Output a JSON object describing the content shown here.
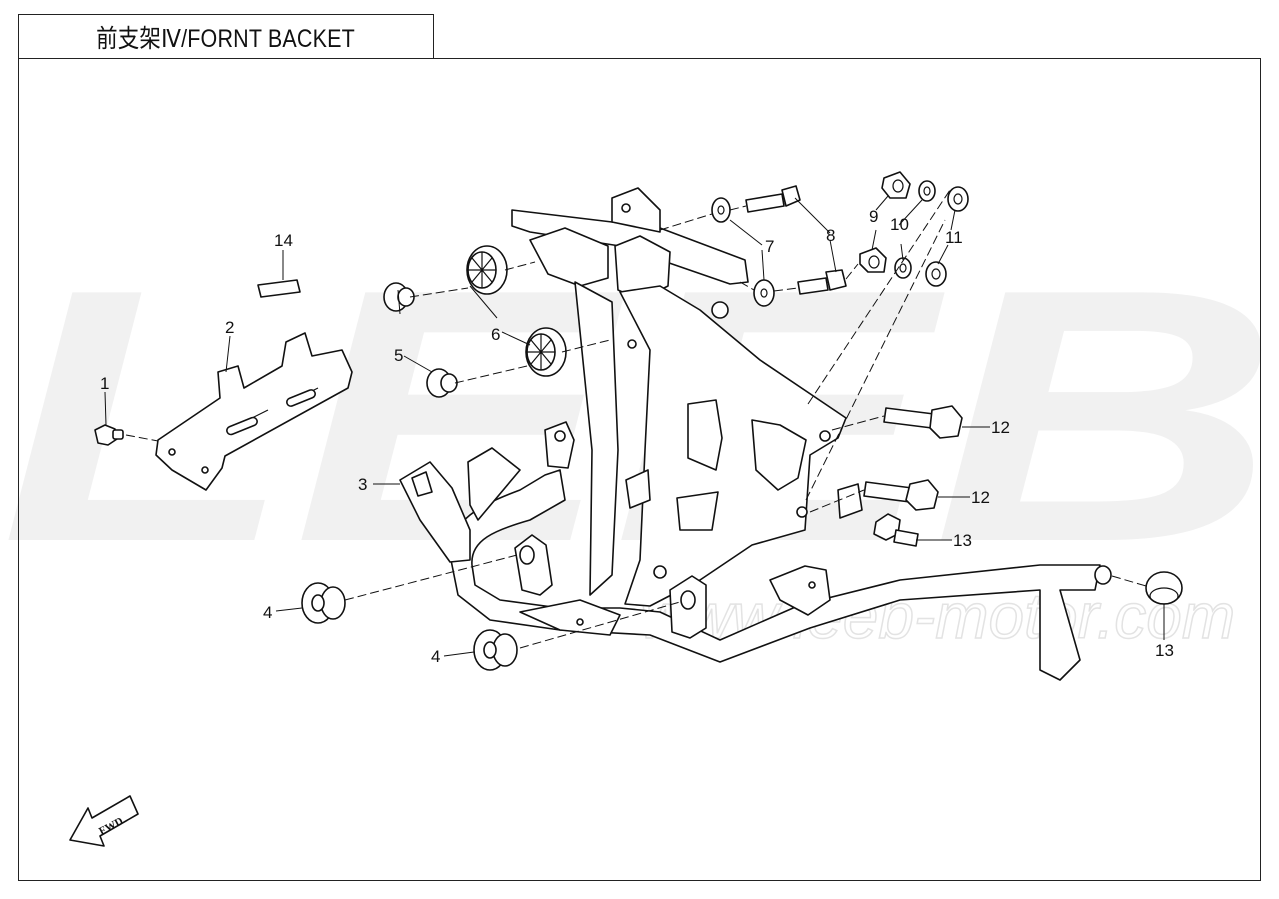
{
  "title": "前支架Ⅳ/FORNT BACKET",
  "watermark": {
    "brand": "LEEB",
    "url": "www.leeb-motor.com"
  },
  "fwd_label": "FWD",
  "callouts": [
    "1",
    "2",
    "3",
    "4",
    "4",
    "5",
    "6",
    "7",
    "8",
    "9",
    "10",
    "11",
    "12",
    "12",
    "13",
    "13",
    "14"
  ],
  "colors": {
    "line": "#111111",
    "watermark": "#f1f1f1",
    "background": "#ffffff"
  }
}
